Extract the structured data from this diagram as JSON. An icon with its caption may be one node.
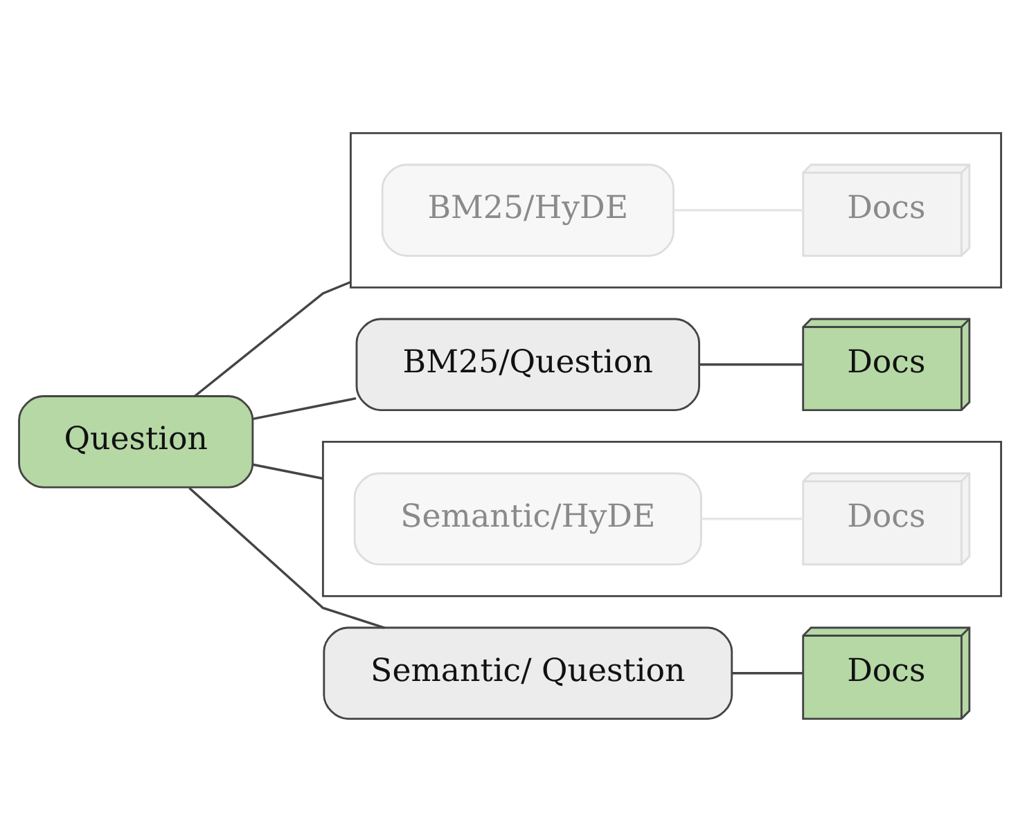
{
  "diagram": {
    "nodes": [
      {
        "text": [
          "Question"
        ]
      },
      {
        "text": [
          "BM25/Question"
        ]
      },
      {
        "text": [
          "Docs"
        ]
      },
      {
        "text": [],
        "shape": "box"
      },
      {
        "text": [
          "BM25/HyDE"
        ],
        "in": 3
      },
      {
        "text": [
          "Docs"
        ],
        "in": 3
      },
      {
        "text": [
          "Semantic/ Question"
        ]
      },
      {
        "text": [
          "Docs"
        ]
      },
      {
        "text": [],
        "shape": "box"
      },
      {
        "text": [
          "Semantic/HyDE"
        ],
        "in": 8
      },
      {
        "text": [
          "Docs"
        ],
        "in": 8
      }
    ],
    "edges": [
      {
        "from": 0,
        "to": 1,
        "arrow": "none"
      },
      {
        "from": 1,
        "to": 2,
        "arrow": "none"
      },
      {
        "from": 0,
        "to": 3,
        "arrow": "none"
      },
      {
        "from": 4,
        "to": 5,
        "arrow": "none",
        "color": "#e6e6e6"
      },
      {
        "from": 0,
        "to": 6,
        "arrow": "none"
      },
      {
        "from": 6,
        "to": 7,
        "arrow": "none"
      },
      {
        "from": 0,
        "to": 8,
        "arrow": "none"
      },
      {
        "from": 9,
        "to": 10,
        "arrow": "none",
        "color": "#e6e6e6"
      }
    ]
  }
}
